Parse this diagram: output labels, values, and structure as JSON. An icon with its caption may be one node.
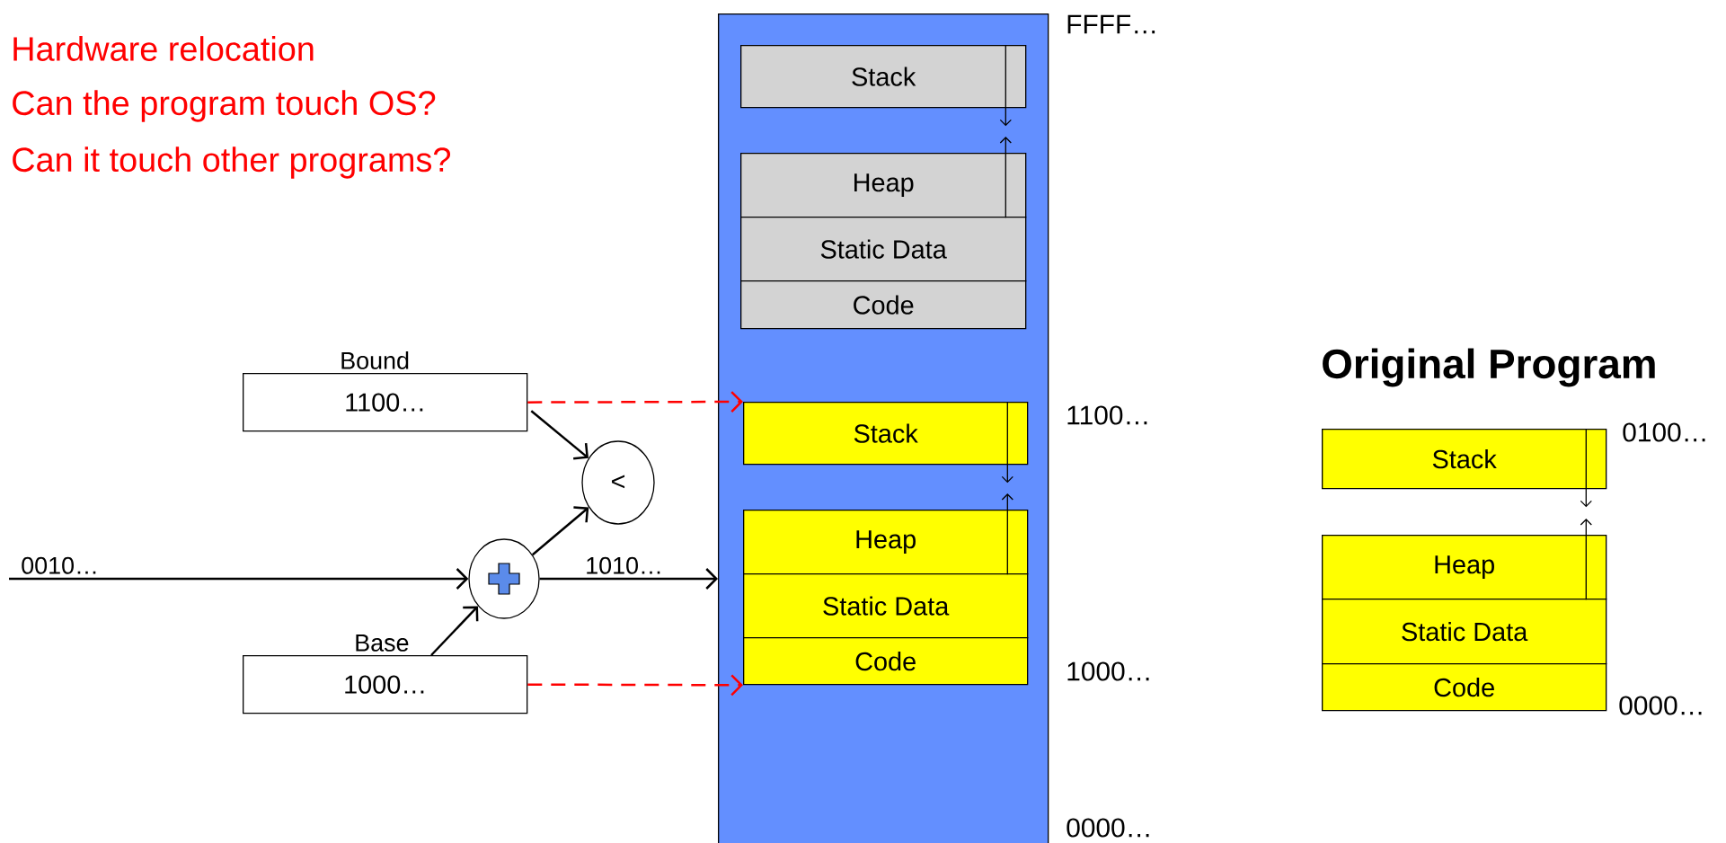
{
  "diagram": {
    "nodes": [
      {
        "text": [],
        "shape": "box"
      },
      {
        "text": [
          "Stack"
        ],
        "in": 0
      },
      {
        "text": [
          "Heap"
        ],
        "in": 0
      },
      {
        "text": [
          "Static Data"
        ],
        "in": 0
      },
      {
        "text": [
          "Code"
        ],
        "in": 0
      },
      {
        "text": [
          "Stack"
        ],
        "in": 0
      },
      {
        "text": [
          "Heap"
        ],
        "in": 0
      },
      {
        "text": [
          "Static Data"
        ],
        "in": 0
      },
      {
        "text": [
          "Code"
        ],
        "in": 0
      },
      {
        "text": [
          "Bound",
          "1100…"
        ]
      },
      {
        "text": [
          "<"
        ]
      },
      {
        "text": [],
        "shape": "circle"
      },
      {
        "text": [
          "Base",
          "1000…"
        ]
      },
      {
        "text": [
          "Stack"
        ]
      },
      {
        "text": [
          "Heap"
        ]
      },
      {
        "text": [
          "Static Data"
        ]
      },
      {
        "text": [
          "Code"
        ]
      }
    ],
    "edges": [
      {
        "from": null,
        "to": 11,
        "arrow": "to",
        "label": "0010…"
      },
      {
        "from": 12,
        "to": 11,
        "arrow": "to"
      },
      {
        "from": 11,
        "to": 10,
        "arrow": "to"
      },
      {
        "from": 9,
        "to": 10,
        "arrow": "to"
      },
      {
        "from": 11,
        "to": 0,
        "arrow": "to",
        "label": "1010…"
      },
      {
        "from": 9,
        "to": 5,
        "arrow": "to",
        "style": "dashed",
        "color": "#ff0000"
      },
      {
        "from": 12,
        "to": 8,
        "arrow": "to",
        "style": "dashed",
        "color": "#ff0000"
      },
      {
        "from": 1,
        "to": null,
        "arrow": "to"
      },
      {
        "from": 2,
        "to": null,
        "arrow": "to"
      },
      {
        "from": 5,
        "to": null,
        "arrow": "to"
      },
      {
        "from": 6,
        "to": null,
        "arrow": "to"
      },
      {
        "from": 13,
        "to": null,
        "arrow": "to"
      },
      {
        "from": 14,
        "to": null,
        "arrow": "to"
      }
    ],
    "labels": [
      "Hardware relocation",
      "Can the program touch OS?",
      "Can it touch other programs?",
      "FFFF…",
      "Original Program",
      "1100…",
      "0100…",
      "1000…",
      "0000…",
      "0000…"
    ]
  }
}
